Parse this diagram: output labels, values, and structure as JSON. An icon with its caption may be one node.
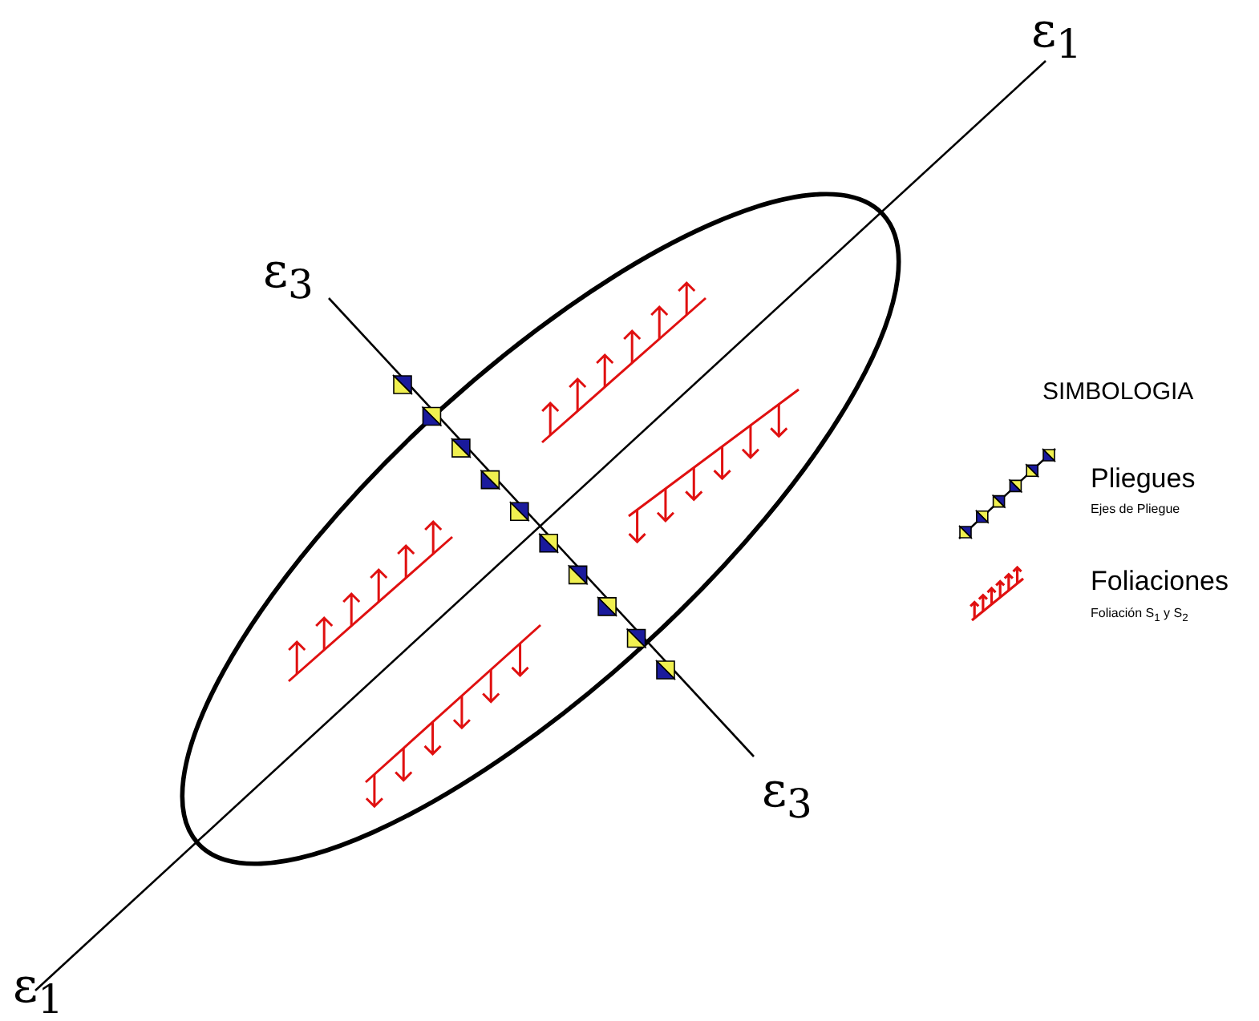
{
  "diagram": {
    "labels": [
      "ε$_{1}$",
      "ε$_{3}$",
      "SIMBOLOGIA",
      "Ejes de Pliegue",
      "Foliación S$_{1}$ y S$_{2}$",
      "ε$_{3}$",
      "ε$_{1}$"
    ],
    "legend": [
      {
        "text": "Pliegues"
      },
      {
        "text": "Foliaciones"
      }
    ]
  }
}
